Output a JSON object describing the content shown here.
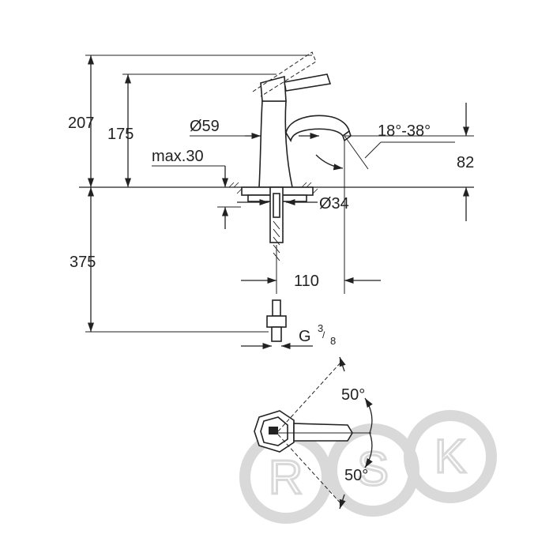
{
  "dimensions": {
    "total_height": "207",
    "handle_height": "175",
    "body_diameter": "Ø59",
    "max_thickness": "max.30",
    "spout_angle": "18°-38°",
    "spout_height": "82",
    "hole_diameter": "Ø34",
    "below_counter": "375",
    "spout_reach": "110",
    "thread_G": "G",
    "thread_num": "3",
    "thread_den": "8",
    "rotation_upper": "50°",
    "rotation_lower": "50°"
  },
  "watermark": {
    "letters": [
      "R",
      "S",
      "K"
    ]
  }
}
